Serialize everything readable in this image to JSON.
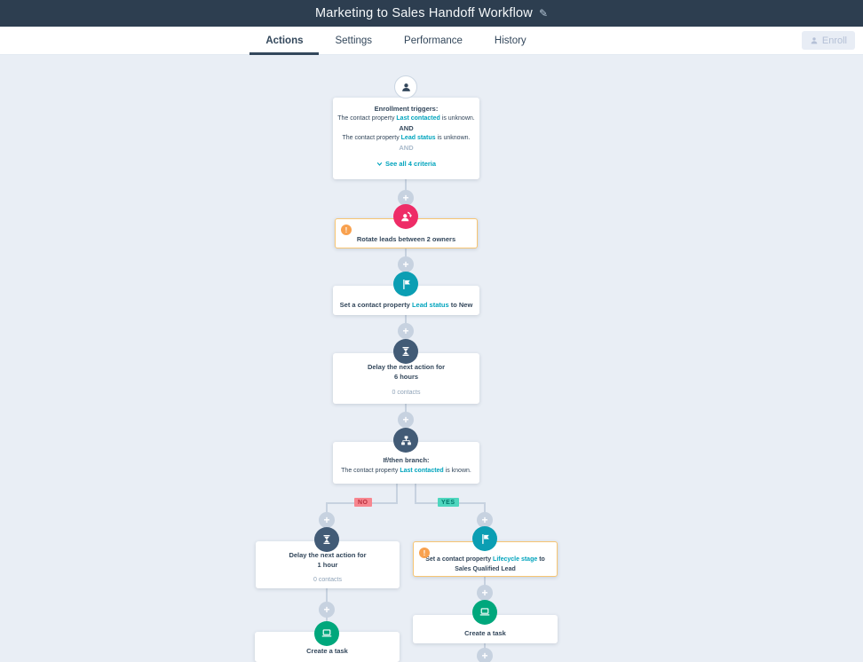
{
  "header": {
    "title": "Marketing to Sales Handoff Workflow"
  },
  "tabs": {
    "actions": "Actions",
    "settings": "Settings",
    "performance": "Performance",
    "history": "History"
  },
  "enroll_button": {
    "label": "Enroll"
  },
  "workflow": {
    "trigger": {
      "title": "Enrollment triggers:",
      "criteria": [
        {
          "prefix": "The contact property ",
          "link": "Last contacted",
          "suffix": " is unknown."
        },
        {
          "prefix": "The contact property ",
          "link": "Lead status",
          "suffix": " is unknown."
        }
      ],
      "and_bold": "AND",
      "and_muted": "AND",
      "see_all": "See all 4 criteria"
    },
    "rotate": {
      "label": "Rotate leads between 2 owners"
    },
    "set_lead_status": {
      "prefix": "Set a contact property ",
      "link": "Lead status",
      "suffix": " to New"
    },
    "delay_6h": {
      "line1": "Delay the next action for",
      "line2": "6 hours",
      "meta": "0 contacts"
    },
    "if_then": {
      "title": "If/then branch:",
      "prefix": "The contact property ",
      "link": "Last contacted",
      "suffix": " is known."
    },
    "branch_no": "NO",
    "branch_yes": "YES",
    "delay_1h": {
      "line1": "Delay the next action for",
      "line2": "1 hour",
      "meta": "0 contacts"
    },
    "set_lifecycle": {
      "prefix": "Set a contact property ",
      "link": "Lifecycle stage",
      "mid": " to",
      "value": "Sales Qualified Lead"
    },
    "task_yes": {
      "label": "Create a task"
    },
    "task_no": {
      "label": "Create a task"
    }
  },
  "colors": {
    "header_bg": "#2d3e50",
    "canvas_bg": "#e9eef5",
    "accent_teal": "#00a4bd",
    "node_navy": "#425b76",
    "node_pink": "#ee2c67",
    "node_green": "#00a77c",
    "warning_badge": "#f8a14f",
    "warning_border": "#f7c573",
    "connector": "#c7d2e0",
    "no_badge_bg": "#f7868f",
    "no_badge_text": "#b92f3c",
    "yes_badge_bg": "#4ed6be",
    "yes_badge_text": "#00756a",
    "text_navy": "#33475b",
    "muted_text": "#99acc2"
  }
}
